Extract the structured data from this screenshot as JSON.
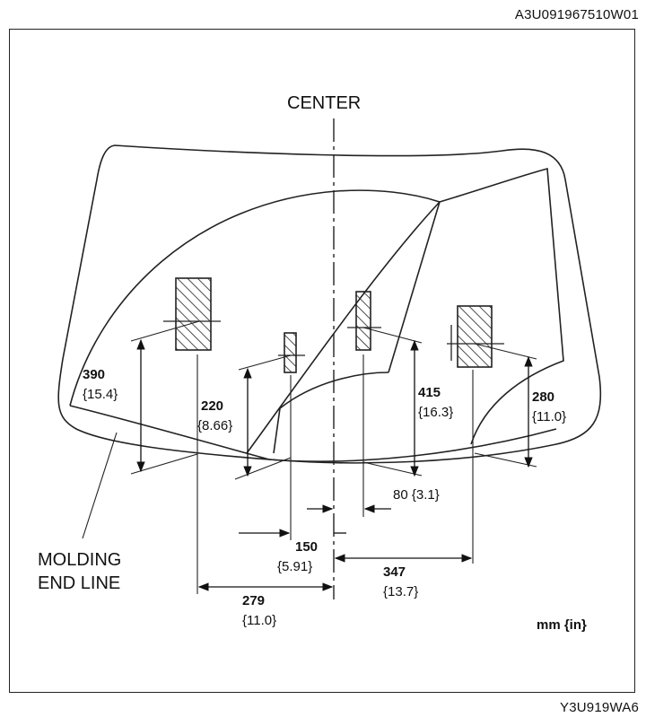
{
  "header": {
    "code": "A3U091967510W01"
  },
  "footer": {
    "code": "Y3U919WA6"
  },
  "diagram": {
    "center_label": "CENTER",
    "molding_label": [
      "MOLDING",
      "END LINE"
    ],
    "units_label": "mm {in}",
    "dimensions": {
      "d390": [
        "390",
        "{15.4}"
      ],
      "d220": [
        "220",
        "{8.66}"
      ],
      "d415": [
        "415",
        "{16.3}"
      ],
      "d280": [
        "280",
        "{11.0}"
      ],
      "d80": [
        "80 {3.1}"
      ],
      "d150": [
        "150",
        "{5.91}"
      ],
      "d347": [
        "347",
        "{13.7}"
      ],
      "d279": [
        "279",
        "{11.0}"
      ]
    }
  }
}
